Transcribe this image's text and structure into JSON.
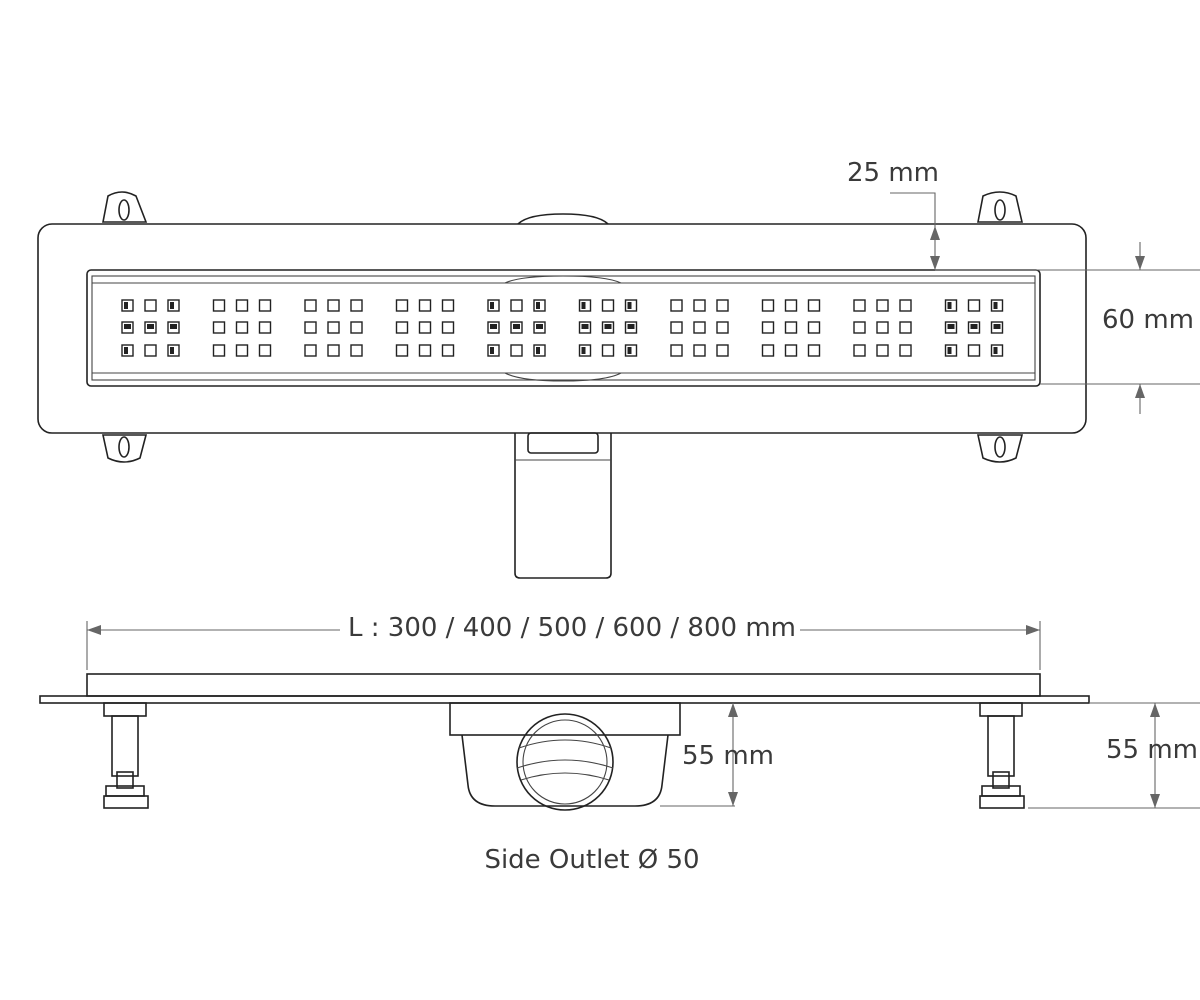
{
  "dimensions": {
    "top_gap": "25 mm",
    "grate_width": "60 mm",
    "length": "L : 300 / 400 / 500 / 600 / 800 mm",
    "outlet_height": "55 mm",
    "leg_height": "55 mm"
  },
  "caption": "Side Outlet Ø 50",
  "grate_pattern": {
    "groups": 10,
    "rows": 3,
    "cols": 3
  }
}
